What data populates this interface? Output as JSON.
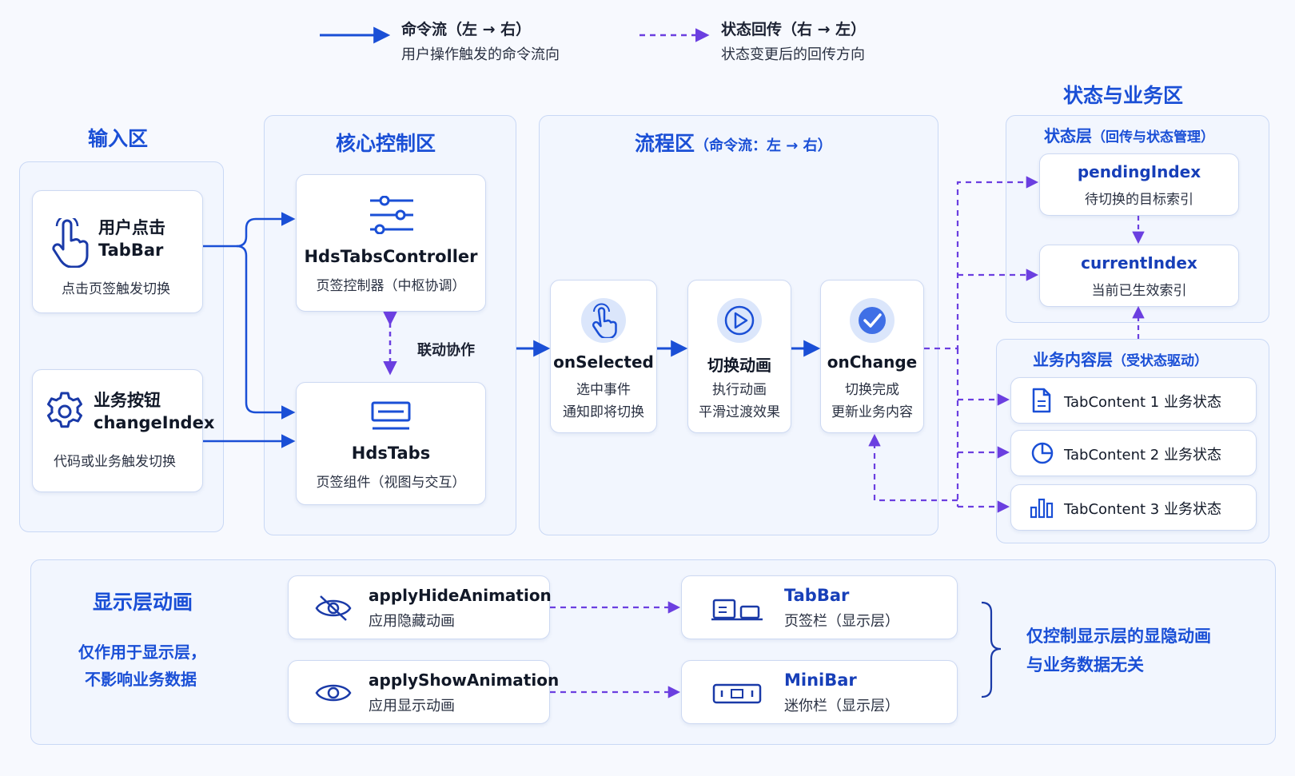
{
  "legend": {
    "command": {
      "title": "命令流（左 → 右）",
      "desc": "用户操作触发的命令流向"
    },
    "state": {
      "title": "状态回传（右 → 左）",
      "desc": "状态变更后的回传方向"
    }
  },
  "input_zone": {
    "title": "输入区",
    "user_click": {
      "title_line1": "用户点击",
      "title_line2": "TabBar",
      "desc": "点击页签触发切换"
    },
    "business_button": {
      "title_line1": "业务按钮",
      "title_line2": "changeIndex",
      "desc": "代码或业务触发切换"
    }
  },
  "core_zone": {
    "title": "核心控制区",
    "controller": {
      "title": "HdsTabsController",
      "desc": "页签控制器（中枢协调）"
    },
    "link_label": "联动协作",
    "tabs": {
      "title": "HdsTabs",
      "desc": "页签组件（视图与交互）"
    }
  },
  "flow_zone": {
    "title": "流程区",
    "subtitle": "（命令流：左 → 右）",
    "steps": [
      {
        "title": "onSelected",
        "line1": "选中事件",
        "line2": "通知即将切换"
      },
      {
        "title": "切换动画",
        "line1": "执行动画",
        "line2": "平滑过渡效果"
      },
      {
        "title": "onChange",
        "line1": "切换完成",
        "line2": "更新业务内容"
      }
    ]
  },
  "state_zone": {
    "title": "状态与业务区",
    "state_layer": {
      "title": "状态层",
      "subtitle": "（回传与状态管理）",
      "pending": {
        "title": "pendingIndex",
        "desc": "待切换的目标索引"
      },
      "current": {
        "title": "currentIndex",
        "desc": "当前已生效索引"
      }
    },
    "content_layer": {
      "title": "业务内容层",
      "subtitle": "（受状态驱动）",
      "items": [
        {
          "label": "TabContent 1 业务状态",
          "icon": "document-icon"
        },
        {
          "label": "TabContent 2 业务状态",
          "icon": "pie-chart-icon"
        },
        {
          "label": "TabContent 3 业务状态",
          "icon": "bar-chart-icon"
        }
      ]
    }
  },
  "display_zone": {
    "title": "显示层动画",
    "note_line1": "仅作用于显示层，",
    "note_line2": "不影响业务数据",
    "hide": {
      "title": "applyHideAnimation",
      "desc": "应用隐藏动画"
    },
    "show": {
      "title": "applyShowAnimation",
      "desc": "应用显示动画"
    },
    "tabbar": {
      "title": "TabBar",
      "desc": "页签栏（显示层）"
    },
    "minibar": {
      "title": "MiniBar",
      "desc": "迷你栏（显示层）"
    },
    "summary_line1": "仅控制显示层的显隐动画",
    "summary_line2": "与业务数据无关"
  },
  "colors": {
    "command": "#1a4fd6",
    "state": "#6b3fe0",
    "title": "#1a4fd6"
  }
}
